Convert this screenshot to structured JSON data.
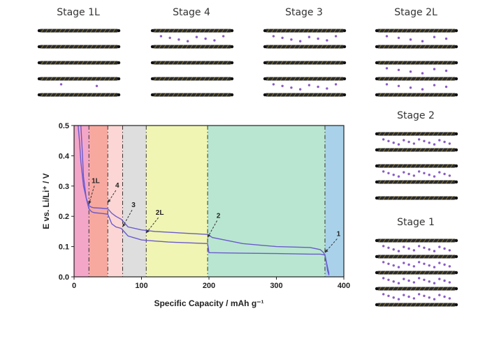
{
  "stages": {
    "top": [
      {
        "label": "Stage 1L",
        "id": "stage-1l",
        "intercalated": [
          3
        ],
        "density": 0.15
      },
      {
        "label": "Stage 4",
        "id": "stage-4",
        "intercalated": [
          0
        ],
        "density": 0.5
      },
      {
        "label": "Stage 3",
        "id": "stage-3",
        "intercalated": [
          0,
          3
        ],
        "density": 0.5
      },
      {
        "label": "Stage 2L",
        "id": "stage-2l",
        "intercalated": [
          0,
          2,
          3
        ],
        "density": 0.35
      }
    ],
    "side": [
      {
        "label": "Stage 2",
        "id": "stage-2",
        "intercalated": [
          0,
          2
        ],
        "density": 0.9
      },
      {
        "label": "Stage 1",
        "id": "stage-1",
        "intercalated": [
          0,
          1,
          2,
          3
        ],
        "density": 0.9
      }
    ]
  },
  "colors": {
    "graphene": "#2a2a2a",
    "graphene_hi": "#c8b040",
    "lithium": "#8a5cc4",
    "curve": "#6a5acd"
  },
  "chart_data": {
    "type": "line",
    "xlabel": "Specific Capacity / mAh g⁻¹",
    "ylabel": "E vs. Li/Li⁺ / V",
    "xlim": [
      0,
      400
    ],
    "ylim": [
      0.0,
      0.5
    ],
    "xticks": [
      "0",
      "100",
      "200",
      "300",
      "400"
    ],
    "yticks": [
      "0.0",
      "0.1",
      "0.2",
      "0.3",
      "0.4",
      "0.5"
    ],
    "regions": [
      {
        "x0": 0,
        "x1": 22,
        "color": "#f4a6c8"
      },
      {
        "x0": 22,
        "x1": 50,
        "color": "#f7a9a0"
      },
      {
        "x0": 50,
        "x1": 72,
        "color": "#fbd6d4"
      },
      {
        "x0": 72,
        "x1": 107,
        "color": "#dedede"
      },
      {
        "x0": 107,
        "x1": 198,
        "color": "#f0f5b4"
      },
      {
        "x0": 198,
        "x1": 372,
        "color": "#b9e6d0"
      },
      {
        "x0": 372,
        "x1": 400,
        "color": "#a9d2ea"
      }
    ],
    "boundaries": [
      22,
      50,
      72,
      107,
      198,
      372
    ],
    "series": [
      {
        "x": [
          6,
          8,
          10,
          14,
          18,
          22,
          26,
          30,
          40,
          50,
          56,
          62,
          70,
          80,
          100,
          120,
          150,
          198,
          205,
          250,
          300,
          350,
          365,
          370,
          372,
          374,
          376,
          378
        ],
        "y": [
          0.5,
          0.45,
          0.38,
          0.3,
          0.26,
          0.235,
          0.23,
          0.228,
          0.227,
          0.225,
          0.21,
          0.2,
          0.19,
          0.165,
          0.155,
          0.15,
          0.146,
          0.14,
          0.13,
          0.11,
          0.1,
          0.097,
          0.09,
          0.08,
          0.07,
          0.05,
          0.03,
          0.01
        ]
      },
      {
        "x": [
          10,
          12,
          14,
          18,
          22,
          26,
          30,
          40,
          50,
          56,
          62,
          70,
          80,
          100,
          110,
          140,
          198,
          200,
          250,
          300,
          350,
          365,
          368,
          370,
          372,
          374,
          376,
          378
        ],
        "y": [
          0.5,
          0.42,
          0.33,
          0.26,
          0.225,
          0.215,
          0.212,
          0.21,
          0.207,
          0.175,
          0.165,
          0.16,
          0.135,
          0.122,
          0.12,
          0.115,
          0.11,
          0.08,
          0.078,
          0.077,
          0.075,
          0.075,
          0.074,
          0.073,
          0.072,
          0.05,
          0.02,
          0.005
        ]
      }
    ],
    "annotations": [
      {
        "label": "1L",
        "x": 22,
        "y": 0.24,
        "tx": 30,
        "ty": 0.31
      },
      {
        "label": "4",
        "x": 50,
        "y": 0.245,
        "tx": 62,
        "ty": 0.295
      },
      {
        "label": "3",
        "x": 72,
        "y": 0.165,
        "tx": 86,
        "ty": 0.23
      },
      {
        "label": "2L",
        "x": 107,
        "y": 0.145,
        "tx": 125,
        "ty": 0.205
      },
      {
        "label": "2",
        "x": 198,
        "y": 0.13,
        "tx": 212,
        "ty": 0.195
      },
      {
        "label": "1",
        "x": 372,
        "y": 0.08,
        "tx": 390,
        "ty": 0.135
      }
    ]
  }
}
